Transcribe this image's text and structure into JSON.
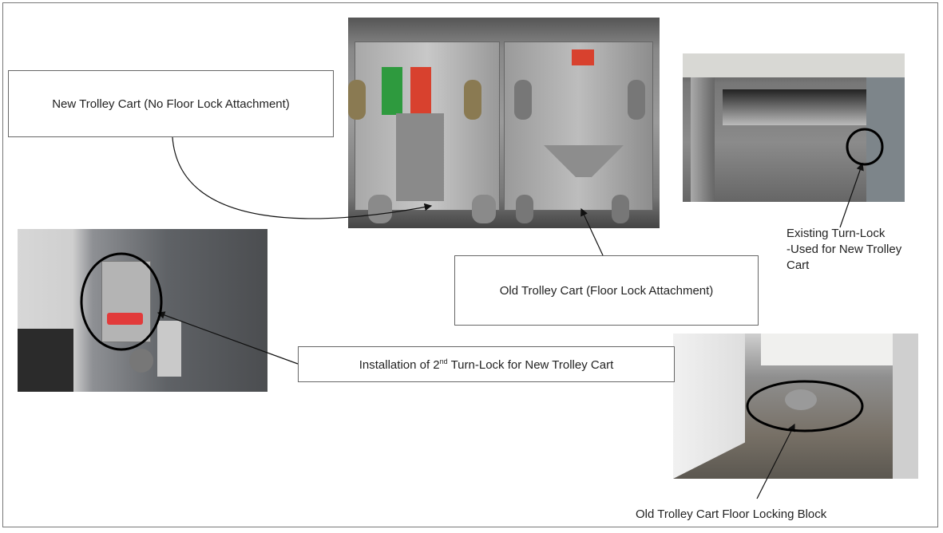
{
  "labels": {
    "new_cart": "New Trolley Cart (No Floor Lock Attachment)",
    "old_cart": "Old Trolley Cart (Floor Lock Attachment)",
    "installation_prefix": "Installation of 2",
    "installation_sup": "nd",
    "installation_suffix": " Turn-Lock for New Trolley Cart",
    "existing_line1": "Existing Turn-Lock",
    "existing_line2": "-Used for New Trolley",
    "existing_line3": "Cart",
    "floor_block": "Old Trolley Cart Floor Locking Block"
  }
}
